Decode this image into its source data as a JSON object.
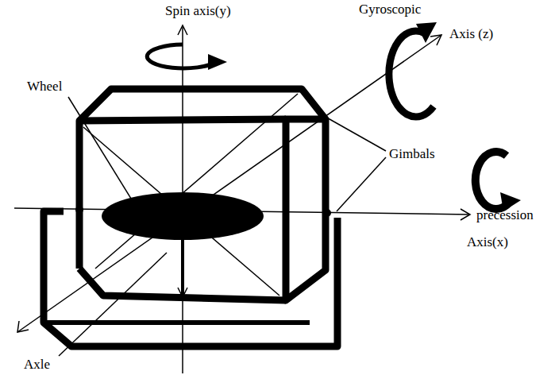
{
  "diagram": {
    "labels": [
      "Spin axis(y)",
      "Gyroscopic",
      "Axis (z)",
      "Wheel",
      "Gimbals",
      "precession",
      "Axis(x)",
      "Axle"
    ]
  }
}
